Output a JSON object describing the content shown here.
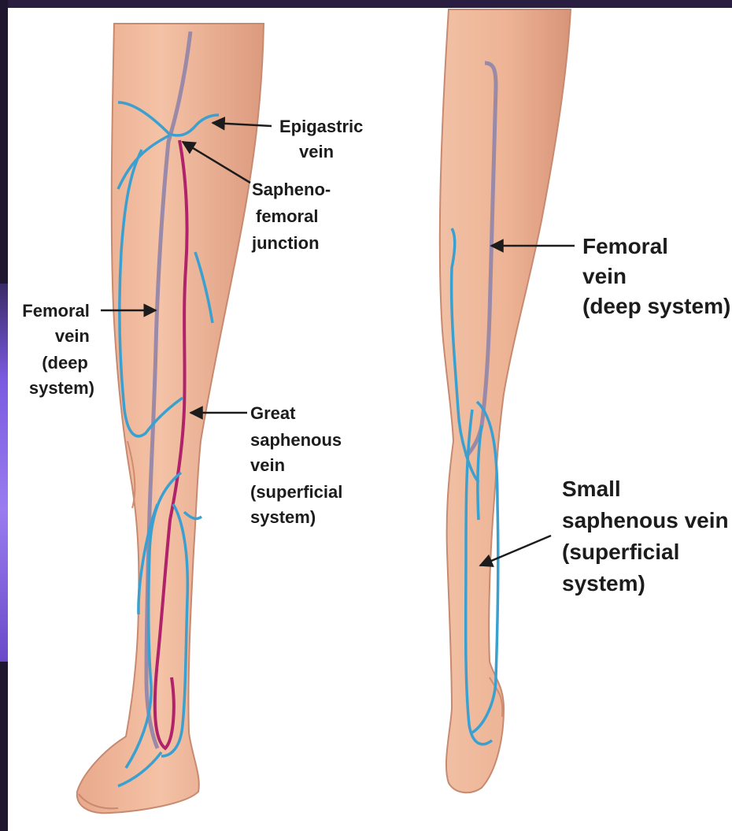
{
  "labels": {
    "epigastric": [
      "Epigastric",
      "vein"
    ],
    "saphenofemoral": [
      "Sapheno-",
      "femoral",
      "junction"
    ],
    "femoral_left": [
      "Femoral",
      "vein",
      "(deep",
      "system)"
    ],
    "great_saphenous": [
      "Great",
      "saphenous",
      "vein",
      "(superficial",
      "system)"
    ],
    "femoral_right": [
      "Femoral",
      "vein",
      "(deep system)"
    ],
    "small_saphenous": [
      "Small",
      "saphenous vein",
      "(superficial",
      "system)"
    ]
  },
  "colors": {
    "frame": "#231a36",
    "accent": "#8a6ce8",
    "skin": "#f2bca0",
    "skin_shade": "#dd9a7c",
    "skin_outline": "#c78a70",
    "superficial_vein": "#3aa0d0",
    "great_saphenous_vein": "#b0226a",
    "deep_vein": "#9a8aa8",
    "arrow": "#1c1c1c"
  }
}
